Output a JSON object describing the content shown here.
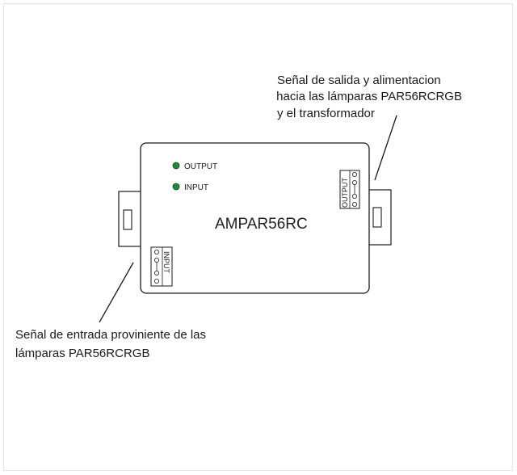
{
  "annotations": {
    "output_line1": "Señal de salida y alimentacion",
    "output_line2": " hacia las lámparas PAR56RCRGB",
    "output_line3": "y el transformador",
    "input_line1": "Señal de entrada proviniente de las",
    "input_line2": "lámparas PAR56RCRGB"
  },
  "device": {
    "model": "AMPAR56RC",
    "led_output_label": "OUTPUT",
    "led_input_label": "INPUT",
    "connector_output_label": "OUTPUT",
    "connector_input_label": "INPUT"
  },
  "colors": {
    "led": "#1f8a3a",
    "stroke": "#1a1a1a"
  }
}
